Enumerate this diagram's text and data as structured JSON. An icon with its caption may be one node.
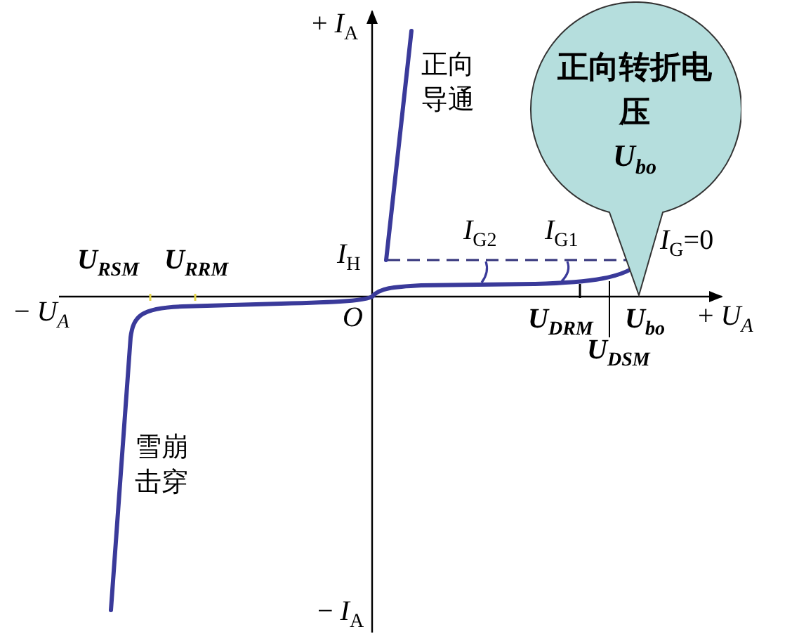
{
  "diagram": {
    "nodes": [
      {
        "text": [
          "正向转折电压",
          "U$_{bo}$"
        ]
      }
    ],
    "edges": [],
    "labels": [
      "+ *I*$_{A}$",
      "正向导通",
      "*I*$_{H}$",
      "*I*$_{G2}$",
      "*I*$_{G1}$",
      "*I*$_{G}$=0",
      "U$_{RSM}$",
      "U$_{RRM}$",
      "− *U*$_{A}$",
      "*O*",
      "U$_{DRM}$",
      "U$_{bo}$",
      "+ *U*$_{A}$",
      "U$_{DSM}$",
      "雪崩击穿",
      "− *I*$_{A}$"
    ]
  }
}
